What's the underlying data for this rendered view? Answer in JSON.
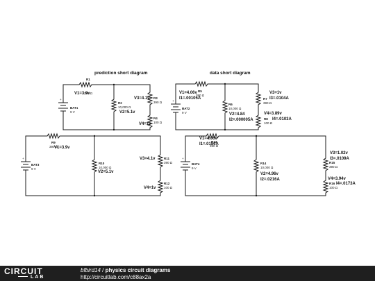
{
  "diagram": {
    "titles": {
      "prediction": "prediction short diagram",
      "data": "data short diagram"
    },
    "components": {
      "BAT1": {
        "name": "BAT1",
        "value": "9 V"
      },
      "BAT2": {
        "name": "BAT2",
        "value": "9 V"
      },
      "BAT3": {
        "name": "BAT3",
        "value": "9 V"
      },
      "BAT4": {
        "name": "BAT4",
        "value": "9 V"
      },
      "R1": {
        "name": "R1",
        "value": "390 Ω"
      },
      "R2": {
        "name": "R2",
        "value": "10,000 Ω"
      },
      "R3": {
        "name": "R3",
        "value": "390 Ω"
      },
      "R4": {
        "name": "R4",
        "value": "100 Ω"
      },
      "R5": {
        "name": "R5",
        "value": "390 Ω"
      },
      "R6": {
        "name": "R6",
        "value": "10,000 Ω"
      },
      "R7": {
        "name": "R7",
        "value": "390 Ω"
      },
      "R8": {
        "name": "R8",
        "value": "100 Ω"
      },
      "R9": {
        "name": "R9",
        "value": "390 Ω"
      },
      "R10": {
        "name": "R10",
        "value": "10,000 Ω"
      },
      "R11": {
        "name": "R11",
        "value": "390 Ω"
      },
      "R12": {
        "name": "R12",
        "value": "100 Ω"
      },
      "R13": {
        "name": "R13",
        "value": "390 Ω"
      },
      "R14": {
        "name": "R14",
        "value": "10,000 Ω"
      },
      "R15": {
        "name": "R15",
        "value": "390 Ω"
      },
      "R16": {
        "name": "R16",
        "value": "100 Ω"
      }
    },
    "annotations": {
      "c1_v1": "V1=3.9v",
      "c1_v2": "V2=5.1v",
      "c1_v3": "V3=4.1v",
      "c1_v4": "V4=1v",
      "c2_v1": "V1=4.06v",
      "c2_i1": "I1=.00105A",
      "c2_v2": "V2=4.84",
      "c2_i2": "I2=.000005A",
      "c2_v3": "V3=1v",
      "c2_i3": "I3=.0104A",
      "c2_v4": "V4=3.89v",
      "c2_i4": "I4=.0103A",
      "c3_v1": "V1=3.9v",
      "c3_v2": "V2=5.1v",
      "c3_v3": "V3=4.1v",
      "c3_v4": "V4=1v",
      "c4_v1": "V1=4.06v",
      "c4_i1": "I1=.0186A",
      "c4_v2": "V2=4.96v",
      "c4_i2": "I2=.0216A",
      "c4_v3": "V3=1.02v",
      "c4_i3": "I3=.0109A",
      "c4_v4": "V4=3.94v",
      "c4_i4": "I4=.0173A"
    }
  },
  "footer": {
    "logo_top": "CIRCUIT",
    "logo_bottom": "LAB",
    "user": "bfbird14",
    "separator": " / ",
    "title": "physics circuit diagrams",
    "url": "http://circuitlab.com/c88ax2a"
  }
}
